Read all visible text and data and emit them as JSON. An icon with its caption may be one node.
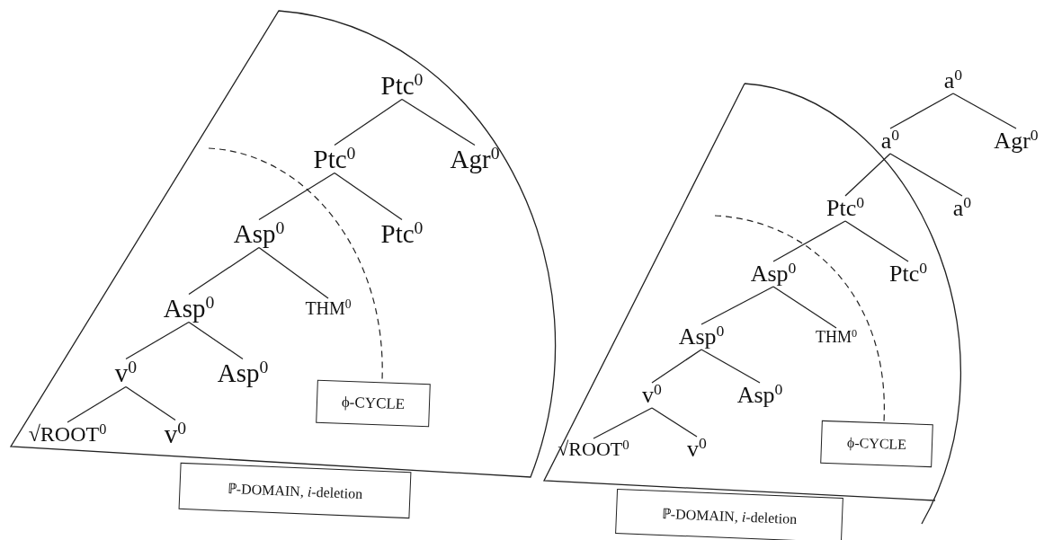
{
  "diagram": {
    "nodes": [
      {
        "text": [
          "Ptc$^{0}$"
        ]
      },
      {
        "text": [
          "Ptc$^{0}$"
        ]
      },
      {
        "text": [
          "Agr$^{0}$"
        ]
      },
      {
        "text": [
          "Asp$^{0}$"
        ]
      },
      {
        "text": [
          "Ptc$^{0}$"
        ]
      },
      {
        "text": [
          "Asp$^{0}$"
        ]
      },
      {
        "text": [
          "THM$^{0}$"
        ]
      },
      {
        "text": [
          "v$^{0}$"
        ]
      },
      {
        "text": [
          "Asp$^{0}$"
        ]
      },
      {
        "text": [
          "√ROOT$^{0}$"
        ]
      },
      {
        "text": [
          "v$^{0}$"
        ]
      },
      {
        "text": [
          "ϕ-CYCLE"
        ]
      },
      {
        "text": [
          "ℙ-DOMAIN, *i*-deletion"
        ]
      },
      {
        "text": [
          "a$^{0}$"
        ]
      },
      {
        "text": [
          "a$^{0}$"
        ]
      },
      {
        "text": [
          "Agr$^{0}$"
        ]
      },
      {
        "text": [
          "Ptc$^{0}$"
        ]
      },
      {
        "text": [
          "a$^{0}$"
        ]
      },
      {
        "text": [
          "Asp$^{0}$"
        ]
      },
      {
        "text": [
          "Ptc$^{0}$"
        ]
      },
      {
        "text": [
          "Asp$^{0}$"
        ]
      },
      {
        "text": [
          "THM$^{0}$"
        ]
      },
      {
        "text": [
          "v$^{0}$"
        ]
      },
      {
        "text": [
          "Asp$^{0}$"
        ]
      },
      {
        "text": [
          "√ROOT$^{0}$"
        ]
      },
      {
        "text": [
          "v$^{0}$"
        ]
      },
      {
        "text": [
          "ϕ-CYCLE"
        ]
      },
      {
        "text": [
          "ℙ-DOMAIN, *i*-deletion"
        ]
      }
    ],
    "edges": [
      {
        "from": 0,
        "to": 1,
        "arrow": "none"
      },
      {
        "from": 0,
        "to": 2,
        "arrow": "none"
      },
      {
        "from": 1,
        "to": 3,
        "arrow": "none"
      },
      {
        "from": 1,
        "to": 4,
        "arrow": "none"
      },
      {
        "from": 3,
        "to": 5,
        "arrow": "none"
      },
      {
        "from": 3,
        "to": 6,
        "arrow": "none"
      },
      {
        "from": 5,
        "to": 7,
        "arrow": "none"
      },
      {
        "from": 5,
        "to": 8,
        "arrow": "none"
      },
      {
        "from": 7,
        "to": 9,
        "arrow": "none"
      },
      {
        "from": 7,
        "to": 10,
        "arrow": "none"
      },
      {
        "from": 13,
        "to": 14,
        "arrow": "none"
      },
      {
        "from": 13,
        "to": 15,
        "arrow": "none"
      },
      {
        "from": 14,
        "to": 16,
        "arrow": "none"
      },
      {
        "from": 14,
        "to": 17,
        "arrow": "none"
      },
      {
        "from": 16,
        "to": 18,
        "arrow": "none"
      },
      {
        "from": 16,
        "to": 19,
        "arrow": "none"
      },
      {
        "from": 18,
        "to": 20,
        "arrow": "none"
      },
      {
        "from": 18,
        "to": 21,
        "arrow": "none"
      },
      {
        "from": 20,
        "to": 22,
        "arrow": "none"
      },
      {
        "from": 20,
        "to": 23,
        "arrow": "none"
      },
      {
        "from": 22,
        "to": 24,
        "arrow": "none"
      },
      {
        "from": 22,
        "to": 25,
        "arrow": "none"
      }
    ]
  }
}
